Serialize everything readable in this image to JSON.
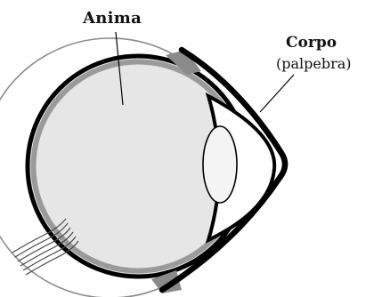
{
  "labels": {
    "anima": "Anima",
    "corpo": "Corpo",
    "palpebra": "(palpebra)"
  },
  "colors": {
    "outline": "#000000",
    "eyeball_fill": "#e6e6e6",
    "choroid_band": "#9a9a9a",
    "background": "#ffffff",
    "thin_outer_ring": "#8c8c8c",
    "label_text": "#111111"
  }
}
